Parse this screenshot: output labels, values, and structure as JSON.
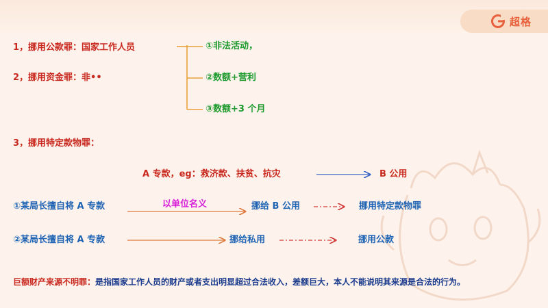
{
  "brand": {
    "name": "超格",
    "accent": "#e8603c"
  },
  "colors": {
    "red": "#c8281e",
    "green": "#1e9a2e",
    "blue": "#1f64b4",
    "magenta": "#d81ed8"
  },
  "items": {
    "item1": "1，挪用公款罪：国家工作人员",
    "item2": "2，挪用资金罪：非••",
    "item3": "3，挪用特定款物罪："
  },
  "bracket": {
    "b1": "①非法活动，",
    "b2": "②数额+营利",
    "b3": "③数额+3 个月"
  },
  "special": {
    "left": "A 专款，eg：救济款、扶贫、抗灾",
    "right": "B 公用"
  },
  "case1": {
    "start": "①某局长擅自将 A 专款",
    "label": "以单位名义",
    "mid": "挪给 B 公用",
    "result": "挪用特定款物罪"
  },
  "case2": {
    "start": "②某局长擅自将 A 专款",
    "mid": "挪给私用",
    "result": "挪用公款"
  },
  "footer": {
    "term": "巨额财产来源不明罪：",
    "desc": "是指国家工作人员的财产或者支出明显超过合法收入，差额巨大，本人不能说明其来源是合法的行为。"
  }
}
